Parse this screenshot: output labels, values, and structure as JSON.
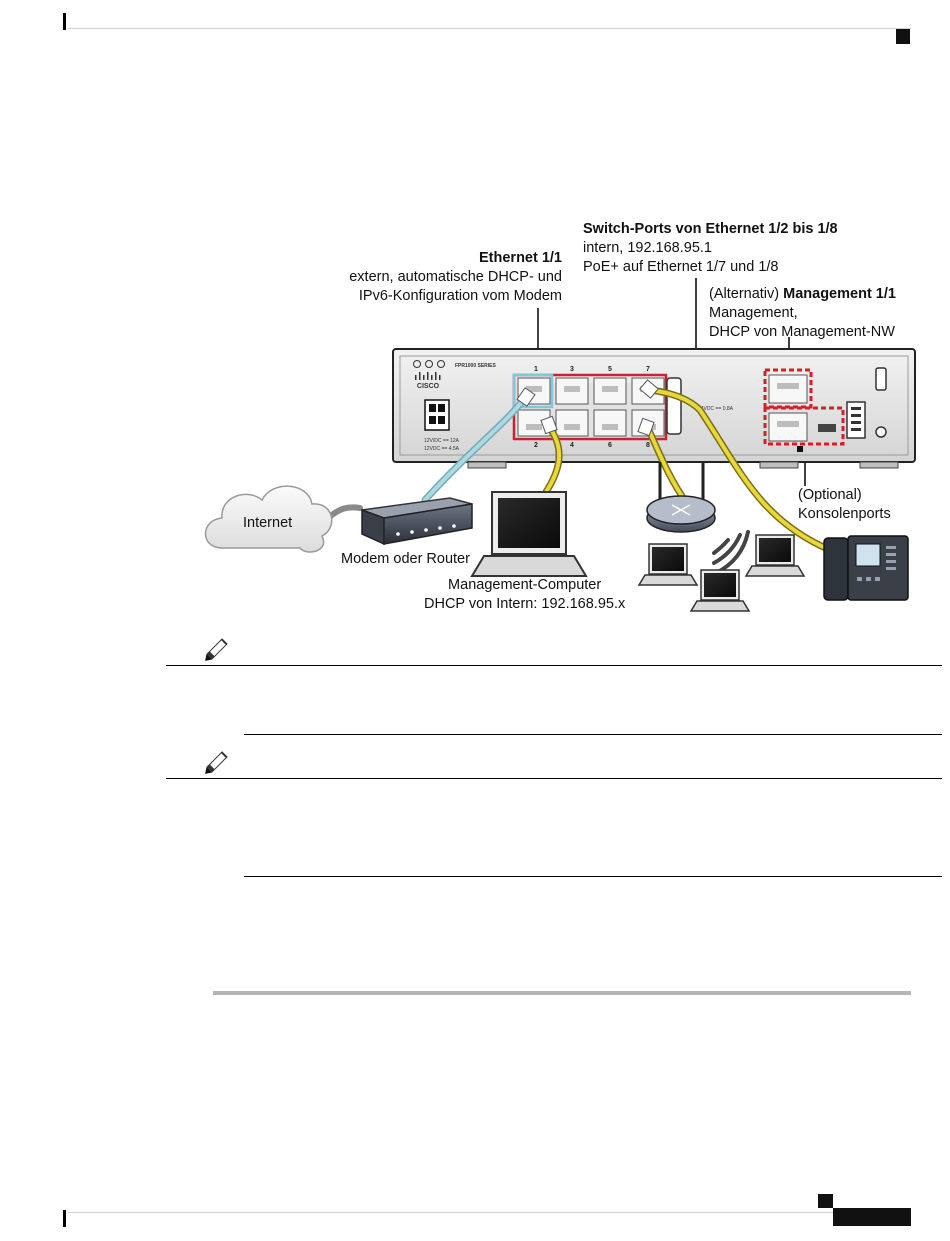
{
  "diagram": {
    "labels": {
      "switch_ports": {
        "title": "Switch-Ports von Ethernet 1/2 bis 1/8",
        "line1": "intern, 192.168.95.1",
        "line2": "PoE+ auf Ethernet 1/7 und 1/8"
      },
      "ethernet11": {
        "title": "Ethernet 1/1",
        "line1": "extern, automatische DHCP- und",
        "line2": "IPv6-Konfiguration vom Modem"
      },
      "management": {
        "prefix": "(Alternativ)",
        "title": "Management 1/1",
        "line1": "Management,",
        "line2": "DHCP von Management-NW"
      },
      "console": {
        "line1": "(Optional)",
        "line2": "Konsolenports"
      },
      "internet": "Internet",
      "modem": "Modem oder Router",
      "mgmt_computer": {
        "line1": "Management-Computer",
        "line2": "DHCP von Intern: 192.168.95.x"
      }
    },
    "device": {
      "model_text": "FPR1000 SERIES",
      "brand": "CISCO",
      "power_text_1": "12V/DC == 12A",
      "power_text_2": "12VDC == 4.5A",
      "poe_text": "54VDC == 0.8A",
      "port_numbers_top": [
        "1",
        "3",
        "5",
        "7"
      ],
      "port_numbers_bottom": [
        "2",
        "4",
        "6",
        "8"
      ]
    },
    "colors": {
      "outside_highlight": "#7ec8e3",
      "inside_highlight": "#d0202a",
      "yellow_cable": "#e8d83a",
      "blue_cable": "#9fd3dc",
      "dashed_highlight": "#d0202a"
    }
  }
}
